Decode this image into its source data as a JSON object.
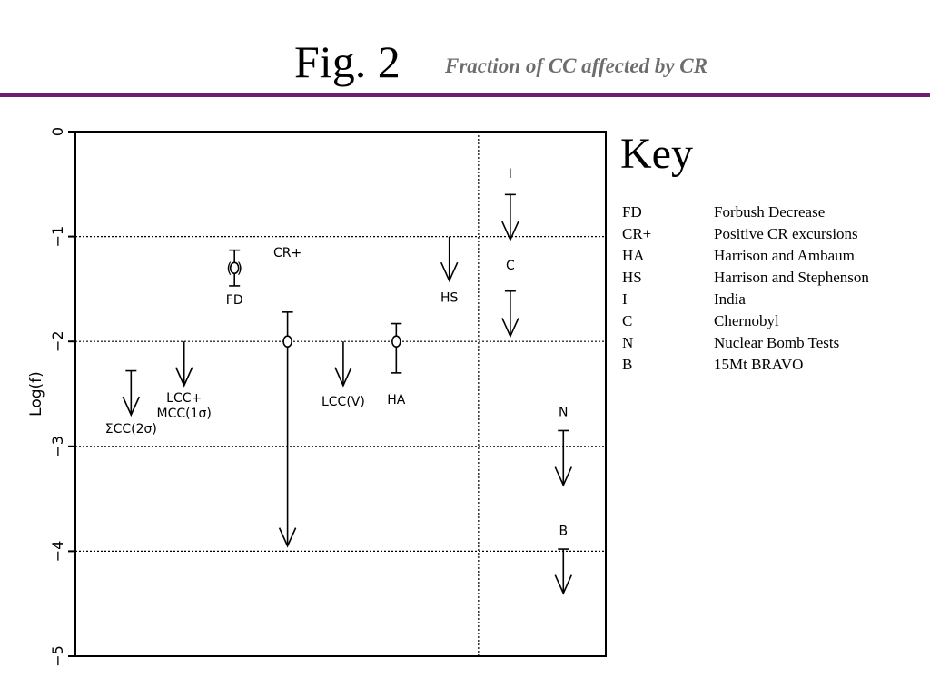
{
  "header": {
    "title": "Fig. 2",
    "subtitle": "Fraction of CC affected by CR",
    "rule_color": "#6b1f6e"
  },
  "key": {
    "title": "Key",
    "items": [
      {
        "abbr": "FD",
        "desc": "Forbush Decrease"
      },
      {
        "abbr": "CR+",
        "desc": "Positive CR excursions"
      },
      {
        "abbr": "HA",
        "desc": "Harrison and Ambaum"
      },
      {
        "abbr": "HS",
        "desc": "Harrison and Stephenson"
      },
      {
        "abbr": "I",
        "desc": "India"
      },
      {
        "abbr": "C",
        "desc": "Chernobyl"
      },
      {
        "abbr": "N",
        "desc": "Nuclear Bomb Tests"
      },
      {
        "abbr": "B",
        "desc": "15Mt BRAVO"
      }
    ]
  },
  "chart_data": {
    "type": "scatter",
    "ylabel": "Log(f)",
    "ylim": [
      -5,
      0
    ],
    "yticks": [
      0,
      -1,
      -2,
      -3,
      -4,
      -5
    ],
    "ytick_labels": [
      "0",
      "−1",
      "−2",
      "−3",
      "−4",
      "−5"
    ],
    "grid_lines_y": [
      -1,
      -2,
      -3,
      -4
    ],
    "xlim": [
      0,
      10
    ],
    "divider_x": 7.6,
    "points": [
      {
        "label": "ΣCC(2σ)",
        "kind": "upper_limit",
        "x": 1.05,
        "top": -2.28,
        "bottom": -2.7
      },
      {
        "label": "LCC+\nMCC(1σ)",
        "kind": "upper_limit",
        "x": 2.05,
        "top": -2.0,
        "bottom": -2.42
      },
      {
        "label": "(  )",
        "kind": "error_bar",
        "x": 3.0,
        "y": -1.3,
        "upper": -1.13,
        "lower": -1.47
      },
      {
        "label": "FD",
        "kind": "label_only",
        "x": 3.0
      },
      {
        "label": "CR+",
        "kind": "error_bar_arrow",
        "x": 4.0,
        "y": -2.0,
        "upper": -1.72,
        "lower": -3.95
      },
      {
        "label": "LCC(V)",
        "kind": "upper_limit",
        "x": 5.05,
        "top": -2.0,
        "bottom": -2.42
      },
      {
        "label": "HA",
        "kind": "error_bar",
        "x": 6.05,
        "y": -2.0,
        "upper": -1.83,
        "lower": -2.3
      },
      {
        "label": "HS",
        "kind": "upper_limit",
        "x": 7.05,
        "top": -1.0,
        "bottom": -1.42
      },
      {
        "label": "I",
        "kind": "upper_limit_cap",
        "x": 8.2,
        "top": -0.6,
        "bottom": -1.03
      },
      {
        "label": "C",
        "kind": "upper_limit_cap",
        "x": 8.2,
        "top": -1.52,
        "bottom": -1.95
      },
      {
        "label": "N",
        "kind": "upper_limit_cap",
        "x": 9.2,
        "top": -2.85,
        "bottom": -3.37
      },
      {
        "label": "B",
        "kind": "upper_limit_cap",
        "x": 9.2,
        "top": -3.98,
        "bottom": -4.4
      }
    ]
  }
}
